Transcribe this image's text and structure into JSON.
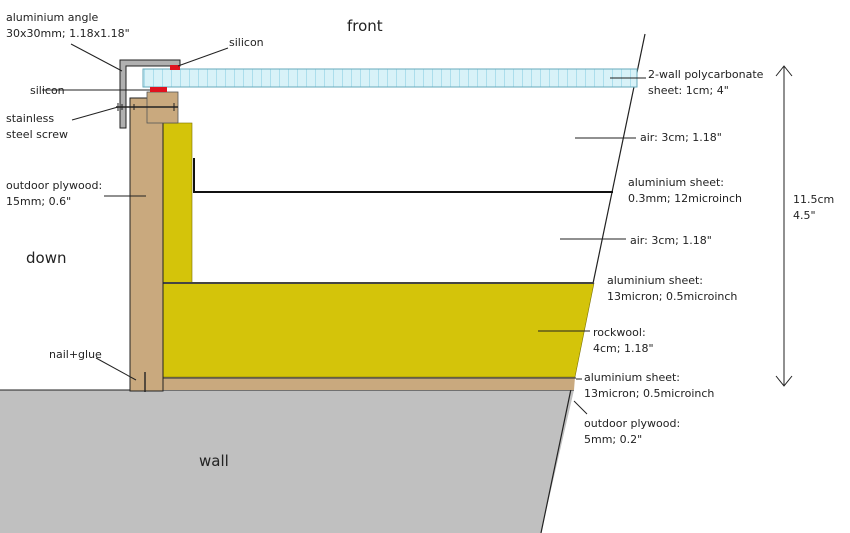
{
  "colors": {
    "plywood": "#c9a97e",
    "rockwool": "#d4c40a",
    "wall": "#c0c0c0",
    "polycarbonate": "#d8f2f8",
    "polycarbonate_cells": "#7fcbe0",
    "silicon": "#e0121f",
    "aluminium": "#b0b0b0",
    "line": "#222222"
  },
  "labels": {
    "front": "front",
    "down": "down",
    "wall": "wall",
    "aluminium_angle": [
      "aluminium angle",
      "30x30mm; 1.18x1.18\""
    ],
    "silicon_top": "silicon",
    "silicon_left": "silicon",
    "stainless_screw": [
      "stainless",
      "steel screw"
    ],
    "outdoor_plywood_15": [
      "outdoor plywood:",
      "15mm; 0.6\""
    ],
    "nail_glue": "nail+glue",
    "polycarbonate": [
      "2-wall polycarbonate",
      "sheet: 1cm; 4\""
    ],
    "air_top": "air: 3cm; 1.18\"",
    "aluminium_sheet_top": [
      "aluminium sheet:",
      "0.3mm; 12microinch"
    ],
    "air_mid": "air: 3cm; 1.18\"",
    "aluminium_sheet_mid": [
      "aluminium sheet:",
      "13micron; 0.5microinch"
    ],
    "rockwool": [
      "rockwool:",
      "4cm; 1.18\""
    ],
    "aluminium_sheet_bottom": [
      "aluminium sheet:",
      "13micron; 0.5microinch"
    ],
    "outdoor_plywood_5": [
      "outdoor plywood:",
      "5mm; 0.2\""
    ],
    "total_height": [
      "11.5cm",
      "4.5\""
    ]
  }
}
